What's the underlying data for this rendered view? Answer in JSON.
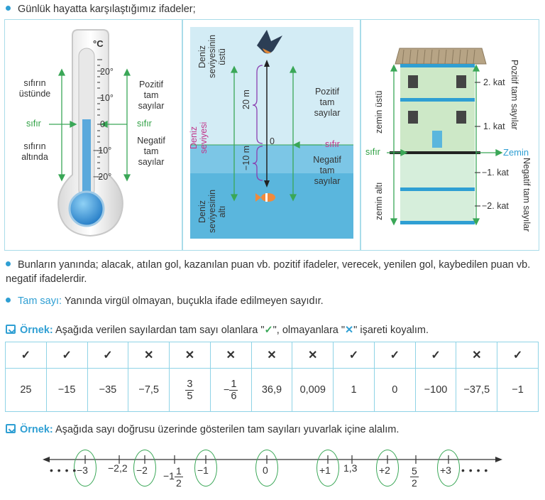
{
  "intro": "Günlük hayatta karşılaştığımız ifadeler;",
  "thermometer": {
    "unit": "°C",
    "ticks": [
      "20°",
      "10°",
      "0",
      "−10°",
      "−20°"
    ],
    "left_above": "sıfırın üstünde",
    "left_zero": "sıfır",
    "left_below": "sıfırın altında",
    "right_positive": "Pozitif tam sayılar",
    "right_zero": "sıfır",
    "right_negative": "Negatif tam sayılar"
  },
  "sea": {
    "above": "Deniz seviyesinin üstü",
    "level": "Deniz seviyesi",
    "below": "Deniz seviyesinin altı",
    "up_distance": "20 m",
    "down_distance": "−10 m",
    "zero": "0",
    "positive": "Pozitif tam sayılar",
    "zero_label": "sıfır",
    "negative": "Negatif tam sayılar"
  },
  "building": {
    "above": "zemin üstü",
    "below": "zemin altı",
    "zero": "sıfır",
    "ground": "Zemin",
    "floors": [
      "2. kat",
      "1. kat",
      "−1. kat",
      "−2. kat"
    ],
    "positive": "Pozitif tam sayılar",
    "negative": "Negatif tam sayılar"
  },
  "paragraph1": "Bunların yanında; alacak, atılan gol, kazanılan puan vb. pozitif ifadeler, verecek, yenilen gol, kaybedilen puan vb. negatif ifadelerdir.",
  "definition": {
    "term": "Tam sayı:",
    "text": " Yanında virgül olmayan, buçukla ifade edilmeyen sayıdır."
  },
  "example1": {
    "label": "Örnek:",
    "text_before": " Aşağıda verilen sayılardan tam sayı olanlara \"",
    "check": "✓",
    "text_middle": "\", olmayanlara \"",
    "cross": "✕",
    "text_after": "\" işareti koyalım.",
    "values": [
      "25",
      "−15",
      "−35",
      "−7,5",
      "3/5",
      "−1/6",
      "36,9",
      "0,009",
      "1",
      "0",
      "−100",
      "−37,5",
      "−1"
    ],
    "marks": [
      "✓",
      "✓",
      "✓",
      "✕",
      "✕",
      "✕",
      "✕",
      "✕",
      "✓",
      "✓",
      "✓",
      "✕",
      "✓"
    ]
  },
  "example2": {
    "label": "Örnek:",
    "text": " Aşağıda sayı doğrusu üzerinde gösterilen tam sayıları yuvarlak içine alalım.",
    "dots": "• • • •",
    "labels": [
      "−3",
      "−2,2",
      "−2",
      "−1",
      "−1",
      "0",
      "+1",
      "1,3",
      "+2",
      "+3"
    ],
    "frac_mixed": {
      "whole": "−1",
      "num": "1",
      "den": "2"
    },
    "frac_pos": {
      "num": "5",
      "den": "2"
    }
  }
}
